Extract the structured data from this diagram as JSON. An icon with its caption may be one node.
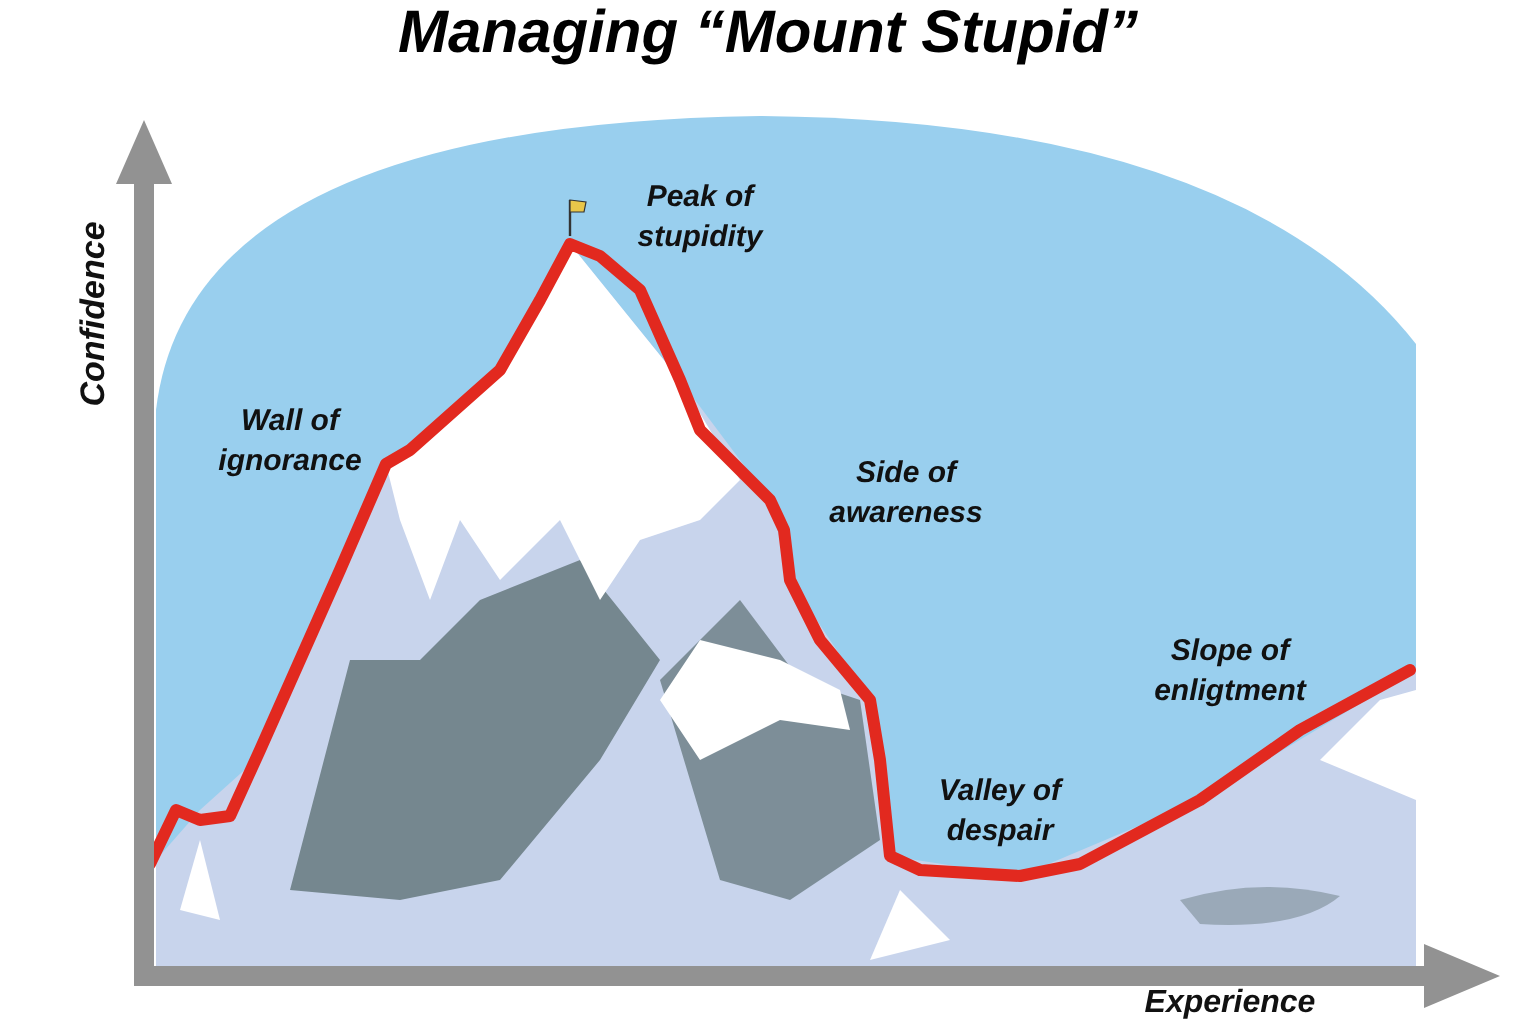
{
  "diagram": {
    "title": "Managing “Mount Stupid”",
    "labels": [
      "Confidence",
      "Peak of stupidity",
      "Wall of ignorance",
      "Side of awareness",
      "Slope of enligtment",
      "Valley of despair",
      "Experience"
    ]
  }
}
